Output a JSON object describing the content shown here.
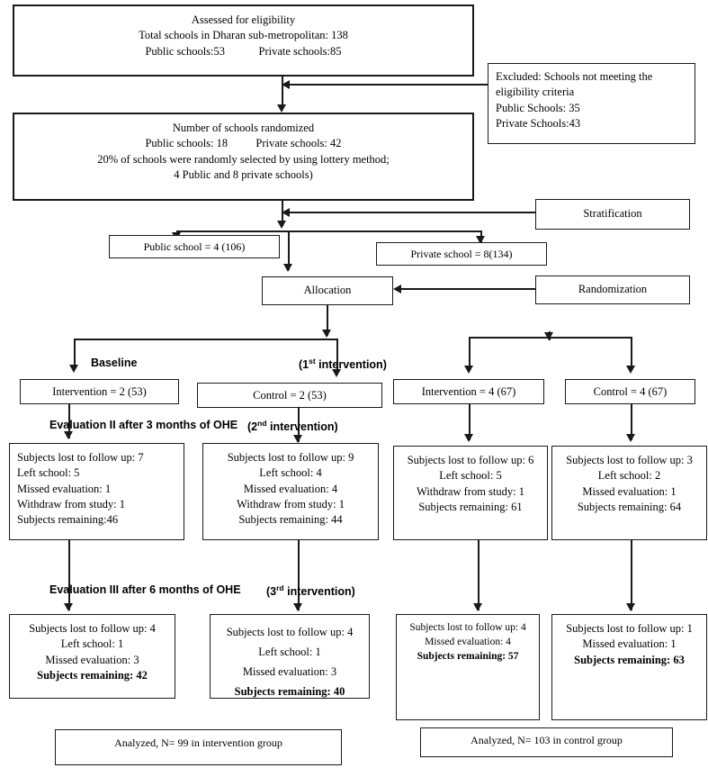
{
  "diagram": {
    "title": "Study flow diagram of school-based oral health education trial",
    "type": "consort-flow-diagram"
  },
  "nodes": {
    "eligibility": {
      "lines": [
        "Assessed for eligibility",
        "Total schools in Dharan sub-metropolitan: 138",
        "Public schools:53            Private schools:85"
      ]
    },
    "excluded": {
      "lines": [
        "Excluded: Schools not meeting the",
        "eligibility criteria",
        "Public Schools: 35",
        "Private Schools:43"
      ]
    },
    "randomized": {
      "lines": [
        "Number of schools randomized",
        "Public schools: 18          Private schools: 42",
        "20% of schools were randomly selected by using lottery method;",
        "4 Public and 8 private schools)"
      ]
    },
    "stratification": {
      "label": "Stratification"
    },
    "randomization": {
      "label": "Randomization"
    },
    "public_school": {
      "label": "Public school = 4 (106)"
    },
    "private_school": {
      "label": "Private school = 8(134)"
    },
    "allocation": {
      "label": "Allocation"
    },
    "arm_intervention_a": {
      "label": "Intervention = 2 (53)"
    },
    "arm_control_a": {
      "label": "Control = 2 (53)"
    },
    "arm_intervention_b": {
      "label": "Intervention = 4 (67)"
    },
    "arm_control_b": {
      "label": "Control = 4 (67)"
    },
    "eval2_intervention_a": {
      "lines": [
        "Subjects lost to follow up: 7",
        "Left school: 5",
        "Missed evaluation: 1",
        "Withdraw from study: 1",
        "Subjects remaining:46"
      ]
    },
    "eval2_control_a": {
      "lines": [
        "Subjects lost to follow up: 9",
        "Left school: 4",
        "Missed evaluation: 4",
        "Withdraw from study: 1",
        "Subjects remaining: 44"
      ]
    },
    "eval2_intervention_b": {
      "lines": [
        "Subjects lost to follow up: 6",
        "Left school: 5",
        "Withdraw from study: 1",
        "Subjects remaining: 61"
      ]
    },
    "eval2_control_b": {
      "lines": [
        "Subjects lost to follow up: 3",
        "Left school: 2",
        "Missed evaluation: 1",
        "Subjects remaining: 64"
      ]
    },
    "eval3_intervention_a": {
      "lines": [
        "Subjects lost to follow up: 4",
        "Left school: 1",
        "Missed evaluation: 3",
        "Subjects remaining: 42"
      ],
      "bold_last_value": "42"
    },
    "eval3_control_a": {
      "lines": [
        "Subjects lost to follow up: 4",
        "Left school: 1",
        "Missed evaluation: 3",
        "Subjects remaining: 40"
      ],
      "bold_last_value": "40"
    },
    "eval3_intervention_b": {
      "lines": [
        "Subjects lost to follow up: 4",
        "Missed evaluation: 4",
        "Subjects remaining: 57"
      ],
      "bold_last_value": "57"
    },
    "eval3_control_b": {
      "lines": [
        "Subjects lost to follow up: 1",
        "Missed evaluation: 1",
        "Subjects remaining: 63"
      ],
      "bold_last_value": "63"
    },
    "analyzed_intervention": {
      "label": "Analyzed, N= 99 in intervention group"
    },
    "analyzed_control": {
      "label": "Analyzed, N= 103 in control group"
    }
  },
  "stage_labels": {
    "baseline": "Baseline",
    "first_intervention": "(1st intervention)",
    "first_intervention_base": "(1",
    "first_intervention_sup": "st",
    "first_intervention_tail": " intervention)",
    "evaluation2": "Evaluation II after 3 months of OHE",
    "evaluation2_paren_base": "(2",
    "evaluation2_paren_sup": "nd",
    "evaluation2_paren_tail": " intervention)",
    "evaluation3": "Evaluation III after 6 months of OHE",
    "evaluation3_paren_base": "(3",
    "evaluation3_paren_sup": "rd",
    "evaluation3_paren_tail": " intervention)"
  },
  "colors": {
    "stroke": "#1a1a1a",
    "background": "#ffffff",
    "text": "#000000"
  }
}
